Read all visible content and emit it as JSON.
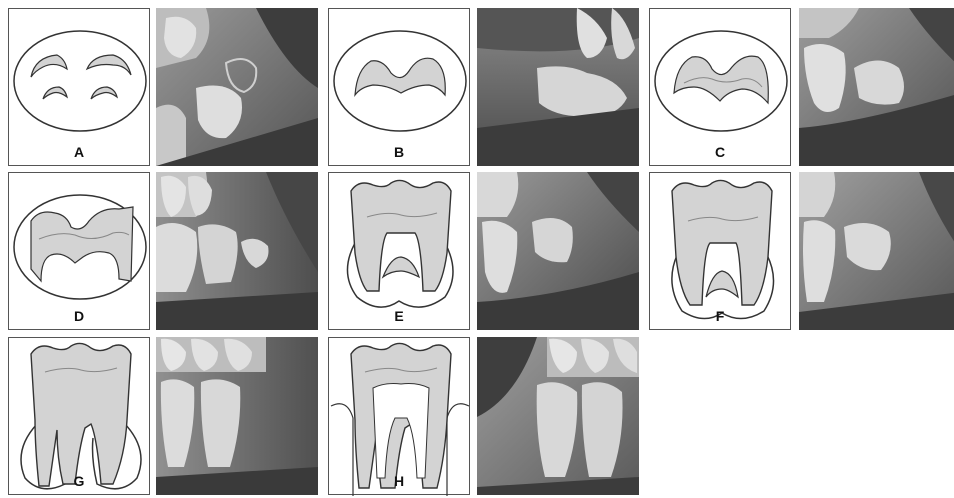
{
  "stages": [
    {
      "label": "A"
    },
    {
      "label": "B"
    },
    {
      "label": "C"
    },
    {
      "label": "D"
    },
    {
      "label": "E"
    },
    {
      "label": "F"
    },
    {
      "label": "G"
    },
    {
      "label": "H"
    }
  ],
  "colors": {
    "tooth_fill": "#d3d3d3",
    "outline": "#333333",
    "pulp_line": "#888888",
    "xray_dark": "#2a2a2a",
    "xray_bone": "#8a8a8a",
    "xray_tooth": "#dcdcdc"
  }
}
